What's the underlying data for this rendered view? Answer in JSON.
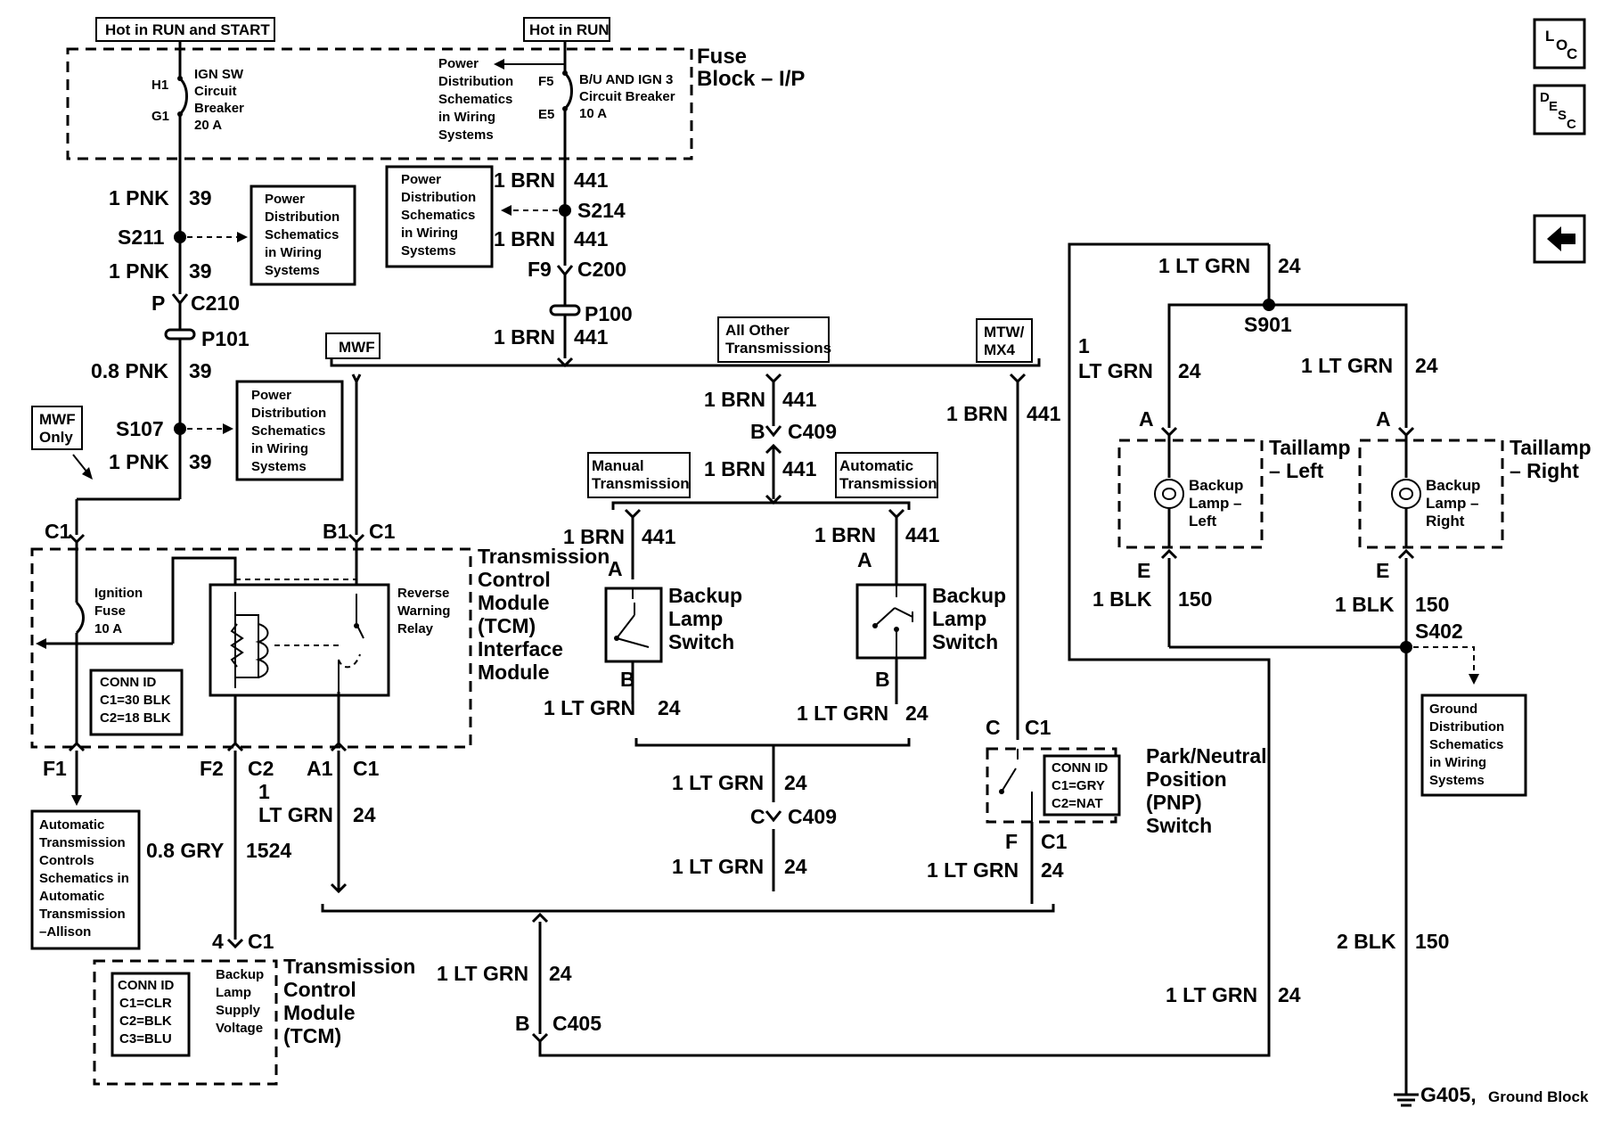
{
  "header": {
    "hot_run_start": "Hot in RUN and START",
    "hot_run": "Hot in RUN",
    "fuse_block": [
      "Fuse",
      "Block – I/P"
    ],
    "ign_sw_breaker": [
      "IGN SW",
      "Circuit",
      "Breaker",
      "20 A"
    ],
    "bu_ign3_breaker": [
      "B/U AND IGN 3",
      "Circuit Breaker",
      "10 A"
    ],
    "pin_h1": "H1",
    "pin_g1": "G1",
    "pin_f5": "F5",
    "pin_e5": "E5"
  },
  "nav_buttons": {
    "loc_icon": "LOC",
    "desc_icon": "DESC",
    "back_icon": "←"
  },
  "reference_boxes": {
    "power_dist": [
      "Power",
      "Distribution",
      "Schematics",
      "in Wiring",
      "Systems"
    ],
    "auto_trans": [
      "Automatic",
      "Transmission",
      "Controls",
      "Schematics in",
      "Automatic",
      "Transmission",
      "–Allison"
    ],
    "ground_dist": [
      "Ground",
      "Distribution",
      "Schematics",
      "in Wiring",
      "Systems"
    ]
  },
  "option_tags": {
    "mwf_only": [
      "MWF",
      "Only"
    ],
    "mwf": "MWF",
    "all_other": [
      "All Other",
      "Transmissions"
    ],
    "mtw_mx4": [
      "MTW/",
      "MX4"
    ],
    "manual": [
      "Manual",
      "Transmission"
    ],
    "automatic": [
      "Automatic",
      "Transmission"
    ]
  },
  "wires": {
    "pnk_39_a": {
      "gauge": "1 PNK",
      "circuit": "39"
    },
    "pnk_39_b": {
      "gauge": "1 PNK",
      "circuit": "39"
    },
    "pnk_39_c": {
      "gauge": "0.8 PNK",
      "circuit": "39"
    },
    "pnk_39_d": {
      "gauge": "1 PNK",
      "circuit": "39"
    },
    "brn_441_a": {
      "gauge": "1 BRN",
      "circuit": "441"
    },
    "brn_441_b": {
      "gauge": "1 BRN",
      "circuit": "441"
    },
    "brn_441_c": {
      "gauge": "1 BRN",
      "circuit": "441"
    },
    "brn_441_d": {
      "gauge": "1 BRN",
      "circuit": "441"
    },
    "brn_441_e": {
      "gauge": "1 BRN",
      "circuit": "441"
    },
    "brn_441_f": {
      "gauge": "1 BRN",
      "circuit": "441"
    },
    "brn_441_g": {
      "gauge": "1 BRN",
      "circuit": "441"
    },
    "brn_441_h": {
      "gauge": "1 BRN",
      "circuit": "441"
    },
    "ltgrn_24_tcm": {
      "gauge": [
        "1",
        "LT GRN"
      ],
      "circuit": "24"
    },
    "gry_1524": {
      "gauge": "0.8 GRY",
      "circuit": "1524"
    },
    "ltgrn_24_ms": {
      "gauge": "1 LT GRN",
      "circuit": "24"
    },
    "ltgrn_24_as": {
      "gauge": "1 LT GRN",
      "circuit": "24"
    },
    "ltgrn_24_c409a": {
      "gauge": "1 LT GRN",
      "circuit": "24"
    },
    "ltgrn_24_c409b": {
      "gauge": "1 LT GRN",
      "circuit": "24"
    },
    "ltgrn_24_pnp": {
      "gauge": "1 LT GRN",
      "circuit": "24"
    },
    "ltgrn_24_c405": {
      "gauge": "1 LT GRN",
      "circuit": "24"
    },
    "ltgrn_24_right": {
      "gauge": "1 LT GRN",
      "circuit": "24"
    },
    "ltgrn_24_top": {
      "gauge": "1 LT GRN",
      "circuit": "24"
    },
    "ltgrn_24_tl": {
      "gauge": [
        "1",
        "LT GRN"
      ],
      "circuit": "24"
    },
    "ltgrn_24_tr": {
      "gauge": "1 LT GRN",
      "circuit": "24"
    },
    "blk_150_l": {
      "gauge": "1 BLK",
      "circuit": "150"
    },
    "blk_150_r": {
      "gauge": "1 BLK",
      "circuit": "150"
    },
    "blk_150_g": {
      "gauge": "2 BLK",
      "circuit": "150"
    }
  },
  "splices": {
    "s211": "S211",
    "s214": "S214",
    "s107": "S107",
    "s901": "S901",
    "s402": "S402"
  },
  "connectors": {
    "c210": {
      "pin": "P",
      "name": "C210"
    },
    "p101": "P101",
    "c200": {
      "pin": "F9",
      "name": "C200"
    },
    "p100": "P100",
    "c409_top": {
      "pin": "B",
      "name": "C409"
    },
    "c409_bot": {
      "pin": "C",
      "name": "C409"
    },
    "c405": {
      "pin": "B",
      "name": "C405"
    },
    "tcm_c1_left": "C1",
    "tcm_b1": "B1",
    "tcm_c1_right": "C1",
    "tcm_f1": "F1",
    "tcm_f2": "F2",
    "tcm_c2": "C2",
    "tcm_a1": "A1",
    "tcm_c1_bot": "C1",
    "tcm2_pin": "4",
    "tcm2_conn": "C1",
    "ms_a": "A",
    "ms_b": "B",
    "as_a": "A",
    "as_b": "B",
    "pnp_c": "C",
    "pnp_c1_top": "C1",
    "pnp_f": "F",
    "pnp_c1_bot": "C1",
    "tl_a": "A",
    "tl_e": "E",
    "tr_a": "A",
    "tr_e": "E"
  },
  "components": {
    "tcm_interface": [
      "Transmission",
      "Control",
      "Module",
      "(TCM)",
      "Interface",
      "Module"
    ],
    "ignition_fuse": [
      "Ignition",
      "Fuse",
      "10 A"
    ],
    "reverse_relay": [
      "Reverse",
      "Warning",
      "Relay"
    ],
    "conn_id_interface": [
      "CONN ID",
      "C1=30 BLK",
      "C2=18 BLK"
    ],
    "tcm": [
      "Transmission",
      "Control",
      "Module",
      "(TCM)"
    ],
    "tcm_supply": [
      "Backup",
      "Lamp",
      "Supply",
      "Voltage"
    ],
    "conn_id_tcm": [
      "CONN ID",
      "C1=CLR",
      "C2=BLK",
      "C3=BLU"
    ],
    "backup_switch_manual": [
      "Backup",
      "Lamp",
      "Switch"
    ],
    "backup_switch_auto": [
      "Backup",
      "Lamp",
      "Switch"
    ],
    "pnp_switch": [
      "Park/Neutral",
      "Position",
      "(PNP)",
      "Switch"
    ],
    "conn_id_pnp": [
      "CONN ID",
      "C1=GRY",
      "C2=NAT"
    ],
    "taillamp_left": [
      "Taillamp",
      "– Left"
    ],
    "taillamp_right": [
      "Taillamp",
      "– Right"
    ],
    "backup_lamp_left": [
      "Backup",
      "Lamp –",
      "Left"
    ],
    "backup_lamp_right": [
      "Backup",
      "Lamp –",
      "Right"
    ],
    "ground": {
      "name": "G405,",
      "desc": "Ground Block"
    }
  }
}
